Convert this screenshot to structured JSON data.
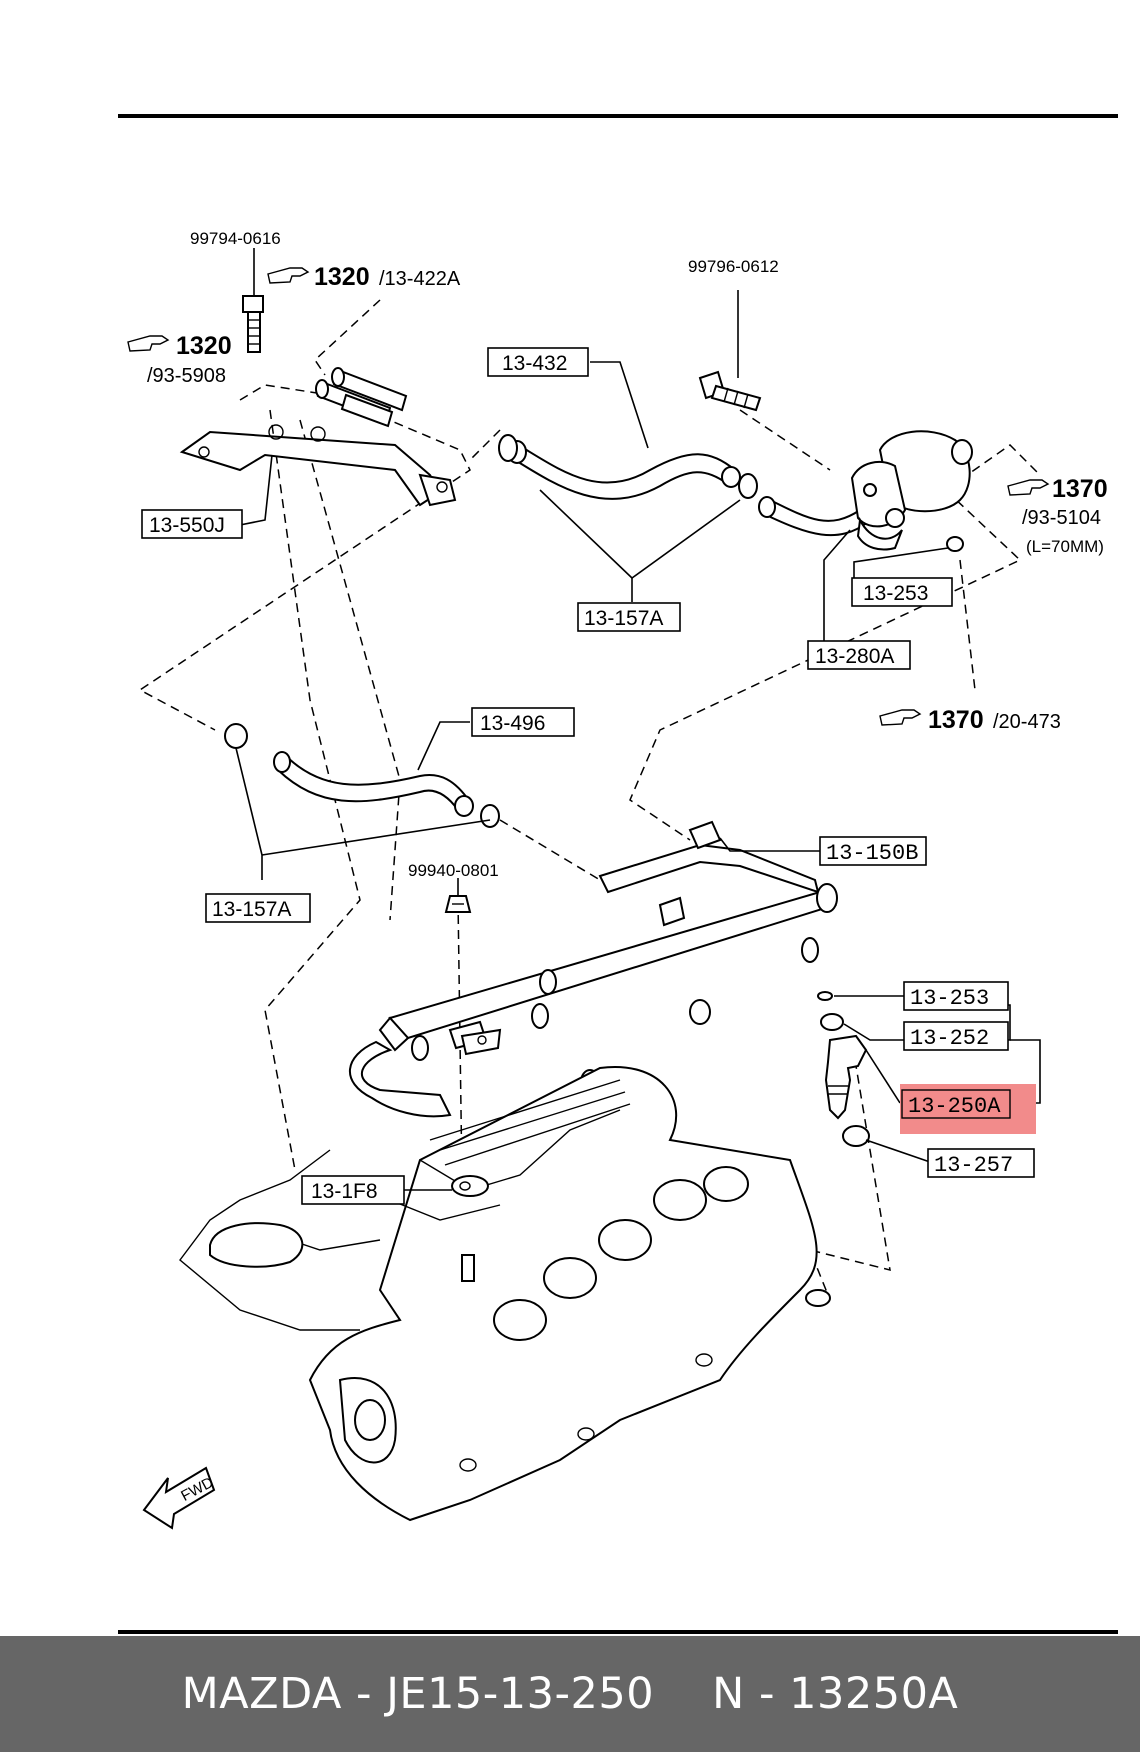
{
  "labels": {
    "l13_550J": "13-550J",
    "l13_432": "13-432",
    "l13_157A_top": "13-157A",
    "l13_253_top": "13-253",
    "l13_280A": "13-280A",
    "l13_496": "13-496",
    "l13_157A_mid": "13-157A",
    "l13_150B": "13-150B",
    "l13_253_inj": "13-253",
    "l13_252": "13-252",
    "l13_250A": "13-250A",
    "l13_257": "13-257",
    "l13_1F8": "13-1F8"
  },
  "part_numbers": {
    "bolt_left": "99794-0616",
    "bolt_right": "99796-0612",
    "nut_mid": "99940-0801"
  },
  "references": {
    "ref1_num": "1320",
    "ref1_sub": "/13-422A",
    "ref2_num": "1320",
    "ref2_sub": "/93-5908",
    "ref3_num": "1370",
    "ref3_sub": "/93-5104",
    "ref3_note": "(L=70MM)",
    "ref4_num": "1370",
    "ref4_sub": "/20-473"
  },
  "fwd_label": "FWD",
  "highlight_color": "#f28b8b",
  "footer": {
    "left": "MAZDA - JE15-13-250",
    "right": "N - 13250A"
  }
}
